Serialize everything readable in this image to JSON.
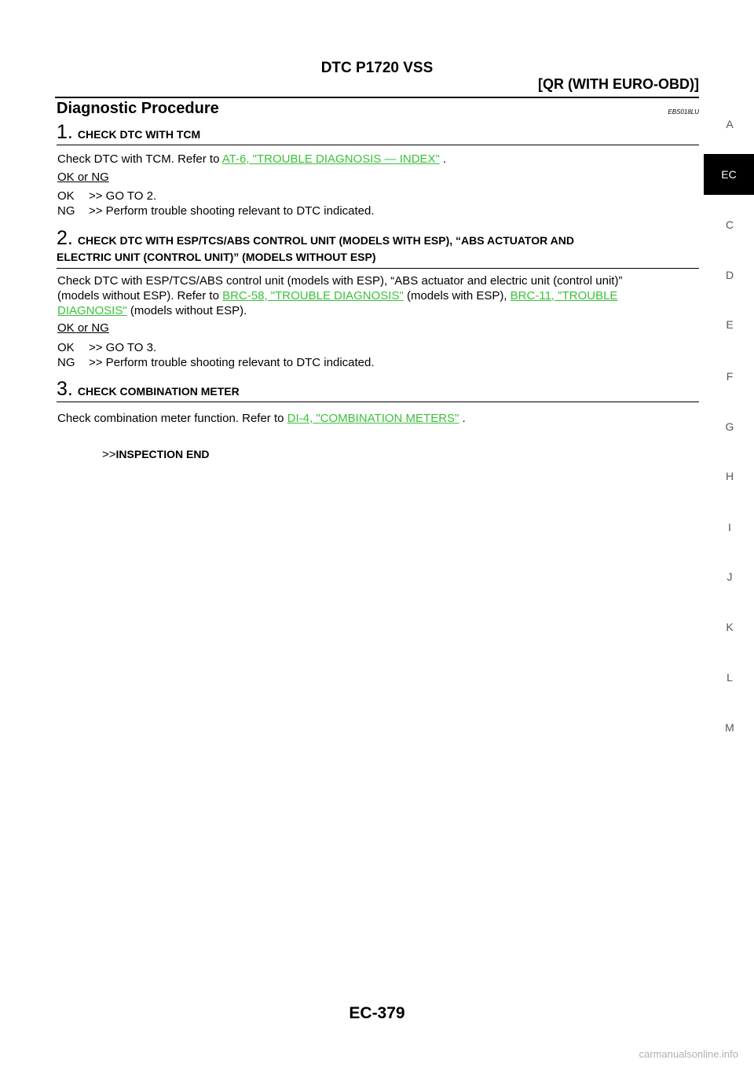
{
  "header": {
    "title": "DTC P1720 VSS",
    "subtitle": "[QR (WITH EURO-OBD)]"
  },
  "section": {
    "title": "Diagnostic Procedure",
    "code": "EBS018LU"
  },
  "steps": [
    {
      "number": "1.",
      "heading": "CHECK DTC WITH TCM",
      "text_before": "Check DTC with TCM. Refer to ",
      "link1": "AT-6, \"TROUBLE DIAGNOSIS — INDEX\"",
      "text_after": " .",
      "okng": "OK or NG",
      "ok_label": "OK",
      "ok_text": ">> GO TO 2.",
      "ng_label": "NG",
      "ng_text": ">> Perform trouble shooting relevant to DTC indicated."
    },
    {
      "number": "2.",
      "heading_line1": "CHECK DTC WITH ESP/TCS/ABS CONTROL UNIT (MODELS WITH ESP), “ABS ACTUATOR AND",
      "heading_line2": "ELECTRIC UNIT (CONTROL UNIT)” (MODELS WITHOUT ESP)",
      "text_line1": "Check DTC with ESP/TCS/ABS control unit (models with ESP), “ABS actuator and electric unit (control unit)”",
      "text_line2a": "(models without ESP). Refer to ",
      "link1": "BRC-58, \"TROUBLE DIAGNOSIS\"",
      "text_line2b": "  (models with ESP), ",
      "link2a": "BRC-11, \"TROUBLE",
      "link2b": "DIAGNOSIS\"",
      "text_line3": "  (models without ESP).",
      "okng": "OK or NG",
      "ok_label": "OK",
      "ok_text": ">> GO TO 3.",
      "ng_label": "NG",
      "ng_text": ">> Perform trouble shooting relevant to DTC indicated."
    },
    {
      "number": "3.",
      "heading": "CHECK COMBINATION METER",
      "text_before": "Check combination meter function. Refer to ",
      "link1": "DI-4, \"COMBINATION METERS\"",
      "text_after": " .",
      "end_arrow": ">>",
      "end_text": "INSPECTION END"
    }
  ],
  "side_index": [
    "A",
    "EC",
    "C",
    "D",
    "E",
    "F",
    "G",
    "H",
    "I",
    "J",
    "K",
    "L",
    "M"
  ],
  "side_index_active": "EC",
  "footer": {
    "page_number": "EC-379",
    "watermark": "carmanualsonline.info"
  }
}
